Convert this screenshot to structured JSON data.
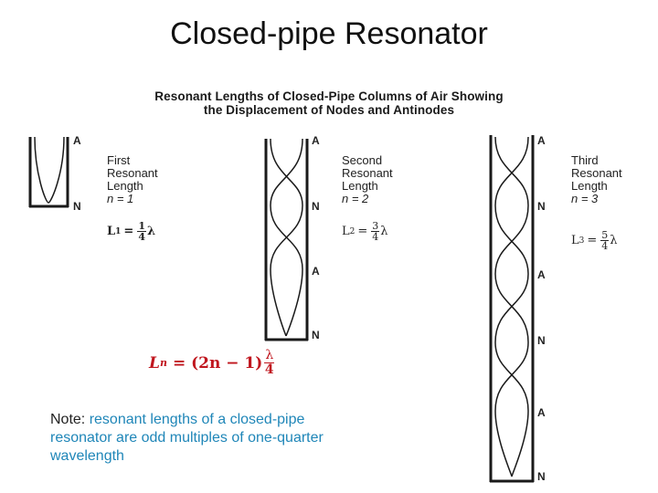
{
  "slide": {
    "title": "Closed-pipe Resonator"
  },
  "figure": {
    "title_line1": "Resonant Lengths of Closed-Pipe Columns of Air Showing",
    "title_line2": "the Displacement of Nodes and Antinodes"
  },
  "pipes": [
    {
      "label_line1": "First",
      "label_line2": "Resonant",
      "label_line3": "Length",
      "n_text": "n = 1",
      "L_sym": "L",
      "L_sub": "1",
      "frac_num": "1",
      "frac_den": "4",
      "lambda": "λ",
      "nodes": [
        "A",
        "N"
      ]
    },
    {
      "label_line1": "Second",
      "label_line2": "Resonant",
      "label_line3": "Length",
      "n_text": "n = 2",
      "L_sym": "L",
      "L_sub": "2",
      "frac_num": "3",
      "frac_den": "4",
      "lambda": "λ",
      "nodes": [
        "A",
        "N",
        "A",
        "N"
      ]
    },
    {
      "label_line1": "Third",
      "label_line2": "Resonant",
      "label_line3": "Length",
      "n_text": "n = 3",
      "L_sym": "L",
      "L_sub": "3",
      "frac_num": "5",
      "frac_den": "4",
      "lambda": "λ",
      "nodes": [
        "A",
        "N",
        "A",
        "N",
        "A",
        "N"
      ]
    }
  ],
  "formula": {
    "lhs": "L",
    "lhs_sub": "n",
    "rhs": "= (2n − 1)",
    "num": "λ",
    "den": "4"
  },
  "note": {
    "prefix": "Note:",
    "text": " resonant lengths of a closed-pipe resonator are odd multiples of one-quarter wavelength"
  },
  "colors": {
    "formula": "#c0161e",
    "note": "#1f86b8",
    "ink": "#222222"
  }
}
